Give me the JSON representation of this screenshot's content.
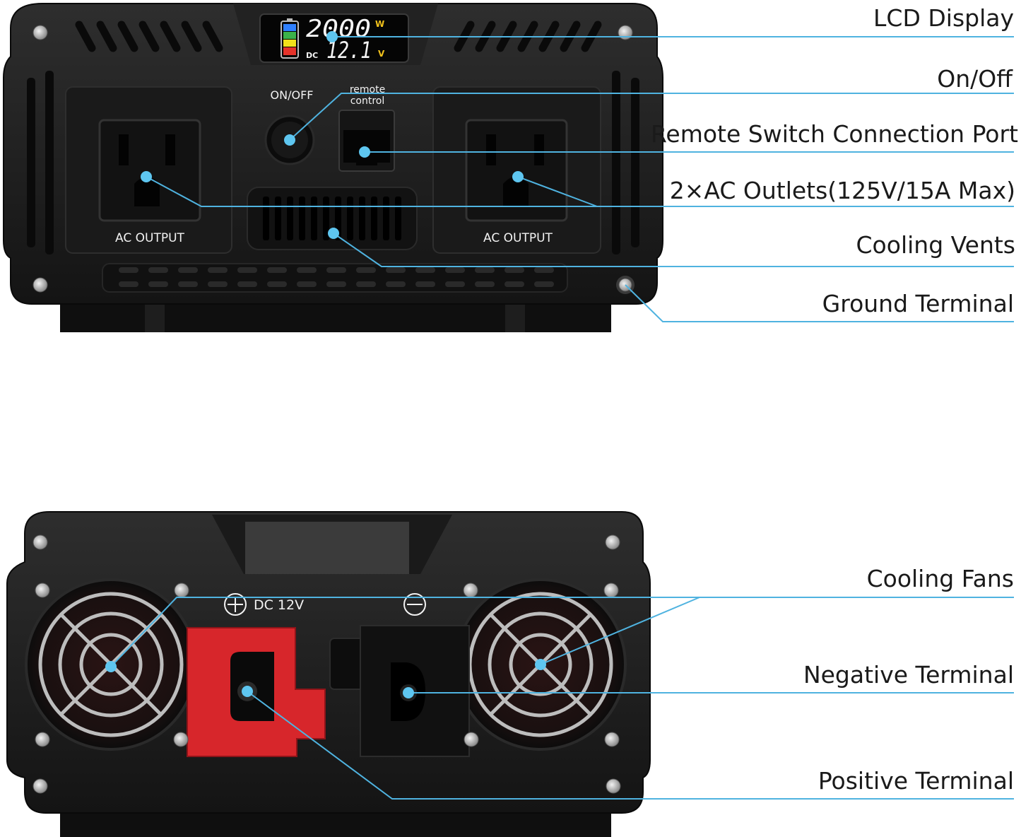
{
  "front_panel": {
    "lcd": {
      "watts": "2000",
      "watts_unit": "W",
      "volts": "12.1",
      "volts_unit": "V",
      "dc_label": "DC",
      "battery_colors": [
        "#2f80ff",
        "#3bb24a",
        "#f2e11b",
        "#e5332a"
      ]
    },
    "on_off_label": "ON/OFF",
    "remote_label_line1": "remote",
    "remote_label_line2": "control",
    "left_outlet_label": "AC OUTPUT",
    "right_outlet_label": "AC OUTPUT"
  },
  "back_panel": {
    "positive_label": "DC 12V"
  },
  "callouts": {
    "lcd_display": "LCD Display",
    "on_off": "On/Off",
    "remote_port": "Remote Switch Connection Port",
    "ac_outlets": "2×AC Outlets(125V/15A Max)",
    "cooling_vents": "Cooling Vents",
    "ground_terminal": "Ground Terminal",
    "cooling_fans": "Cooling Fans",
    "negative_terminal": "Negative Terminal",
    "positive_terminal": "Positive Terminal"
  },
  "colors": {
    "leader_line": "#4fb3e0",
    "dot": "#5ec6f0",
    "body": "#1c1c1c",
    "positive_cap": "#d7262b"
  }
}
